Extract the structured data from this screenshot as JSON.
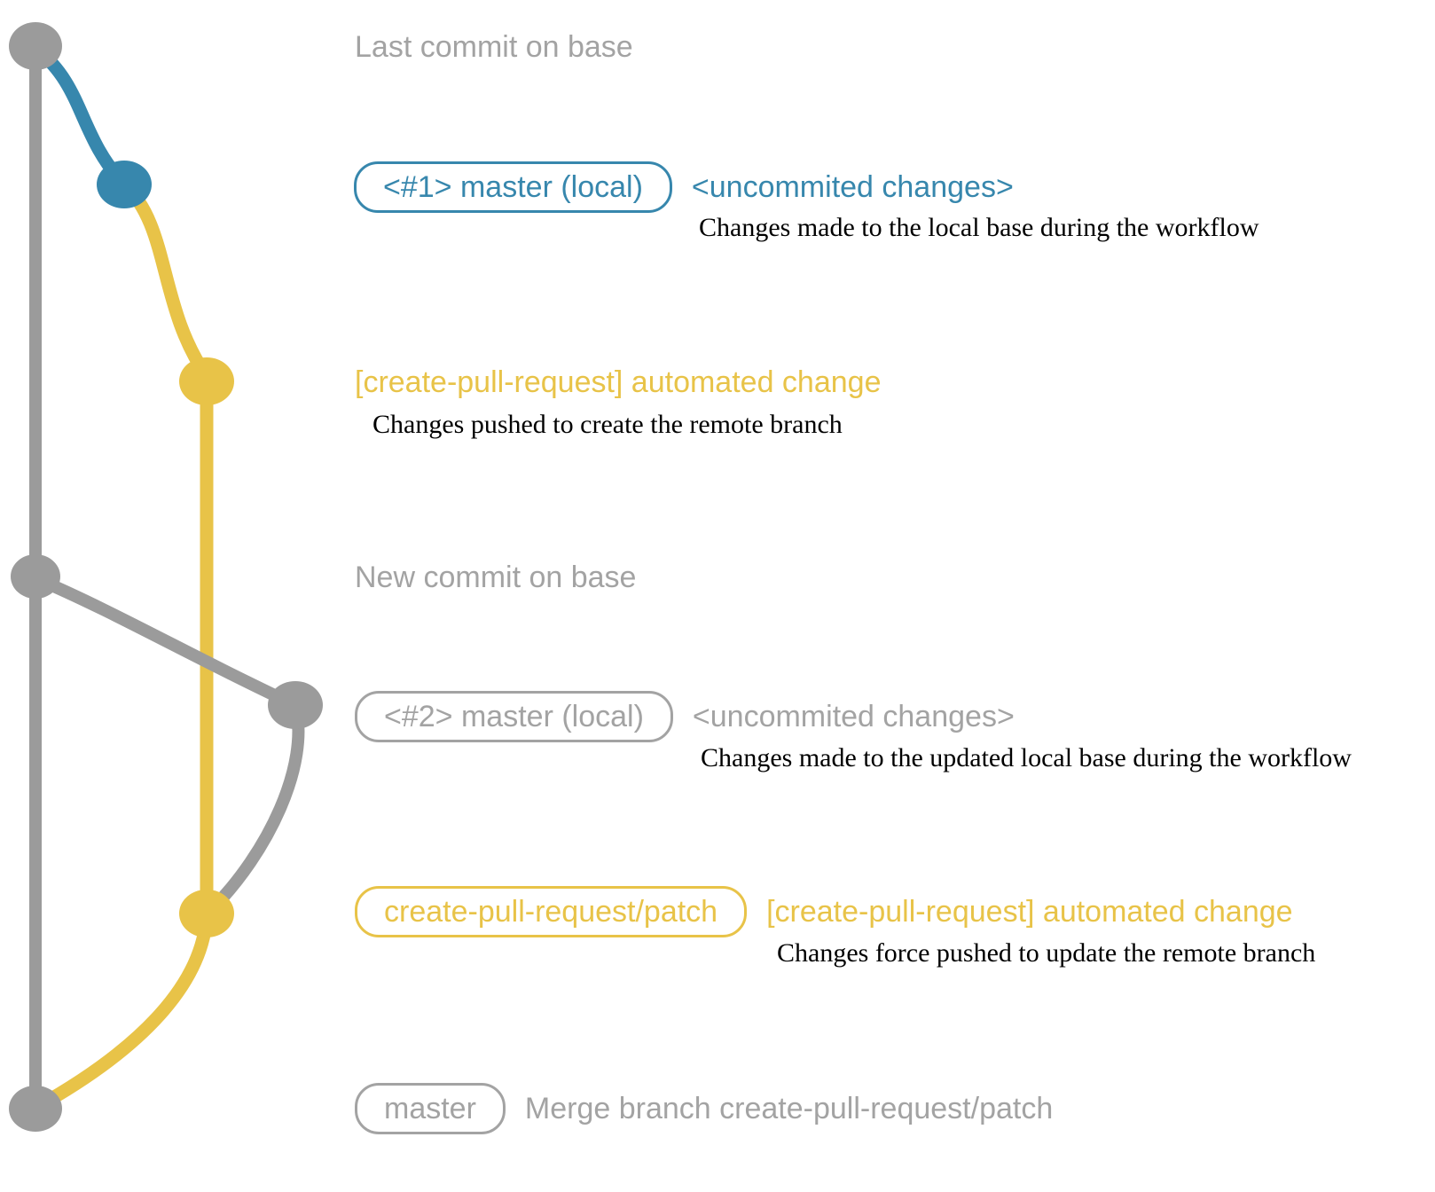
{
  "colors": {
    "blue": "#3787ad",
    "yellow": "#e8c348",
    "gray": "#9b9b9b",
    "gray_text": "#a3a3a3",
    "black": "#000000",
    "background": "#ffffff"
  },
  "graph": {
    "nodes": [
      {
        "name": "commit-dot-last-on-base",
        "color": "gray"
      },
      {
        "name": "commit-dot-local-1",
        "color": "blue"
      },
      {
        "name": "commit-dot-automated-change-1",
        "color": "yellow"
      },
      {
        "name": "commit-dot-new-on-base",
        "color": "gray"
      },
      {
        "name": "commit-dot-local-2",
        "color": "gray"
      },
      {
        "name": "commit-dot-automated-change-2",
        "color": "yellow"
      },
      {
        "name": "commit-dot-merge",
        "color": "gray"
      }
    ]
  },
  "rows": {
    "last_commit": {
      "label": "Last commit on base"
    },
    "r1": {
      "badge": "<#1> master (local)",
      "annotation": "<uncommited changes>",
      "description": "Changes made to the local base during the workflow"
    },
    "r2": {
      "title": "[create-pull-request] automated change",
      "description": "Changes pushed to create the remote branch"
    },
    "new_commit": {
      "label": "New commit on base"
    },
    "r3": {
      "badge": "<#2> master (local)",
      "annotation": "<uncommited changes>",
      "description": "Changes made to the updated local base during the workflow"
    },
    "r4": {
      "badge": "create-pull-request/patch",
      "annotation": "[create-pull-request] automated change",
      "description": "Changes force pushed to update the remote branch"
    },
    "r5": {
      "badge": "master",
      "annotation": "Merge branch create-pull-request/patch"
    }
  }
}
